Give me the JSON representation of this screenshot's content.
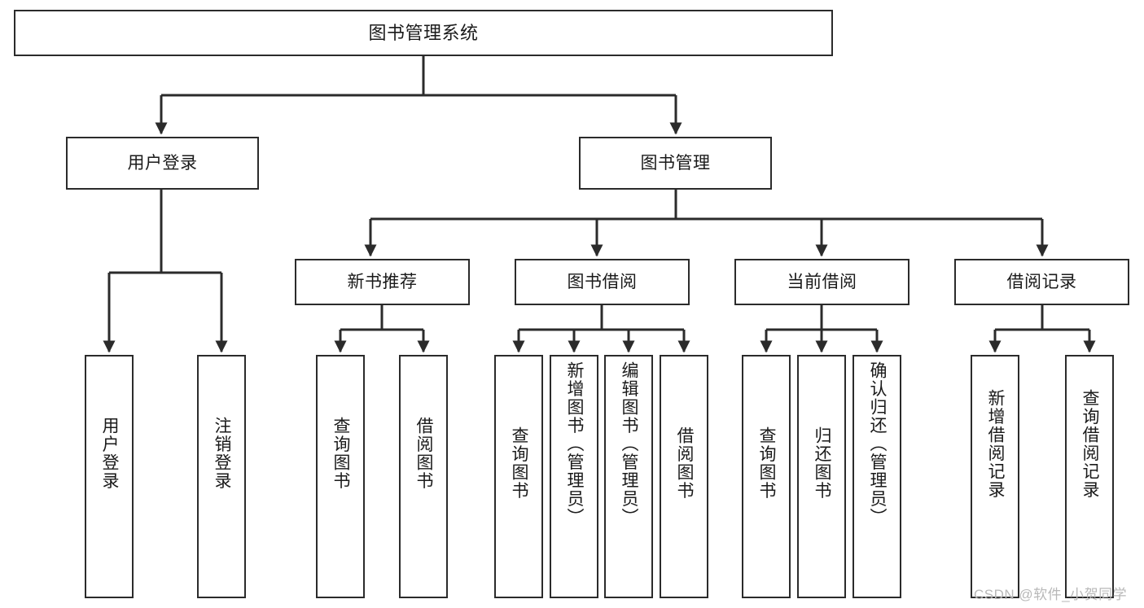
{
  "diagram": {
    "title": "图书管理系统",
    "type": "tree-hierarchy",
    "root": {
      "label": "图书管理系统"
    },
    "level2": [
      {
        "label": "用户登录"
      },
      {
        "label": "图书管理"
      }
    ],
    "level3": [
      {
        "label": "新书推荐"
      },
      {
        "label": "图书借阅"
      },
      {
        "label": "当前借阅"
      },
      {
        "label": "借阅记录"
      }
    ],
    "leaves": {
      "user_login": [
        {
          "label": "用户登录"
        },
        {
          "label": "注销登录"
        }
      ],
      "new_book_recommend": [
        {
          "label": "查询图书"
        },
        {
          "label": "借阅图书"
        }
      ],
      "book_borrow": [
        {
          "label": "查询图书"
        },
        {
          "label": "新增图书（管理员）"
        },
        {
          "label": "编辑图书（管理员）"
        },
        {
          "label": "借阅图书"
        }
      ],
      "current_borrow": [
        {
          "label": "查询图书"
        },
        {
          "label": "归还图书"
        },
        {
          "label": "确认归还（管理员）"
        }
      ],
      "borrow_records": [
        {
          "label": "新增借阅记录"
        },
        {
          "label": "查询借阅记录"
        }
      ]
    }
  },
  "watermark": {
    "text": "CSDN @软件_小贺同学"
  },
  "colors": {
    "stroke": "#2b2b2b",
    "background": "#ffffff",
    "text": "#1a1a1a",
    "watermark": "#b8b8b8"
  }
}
